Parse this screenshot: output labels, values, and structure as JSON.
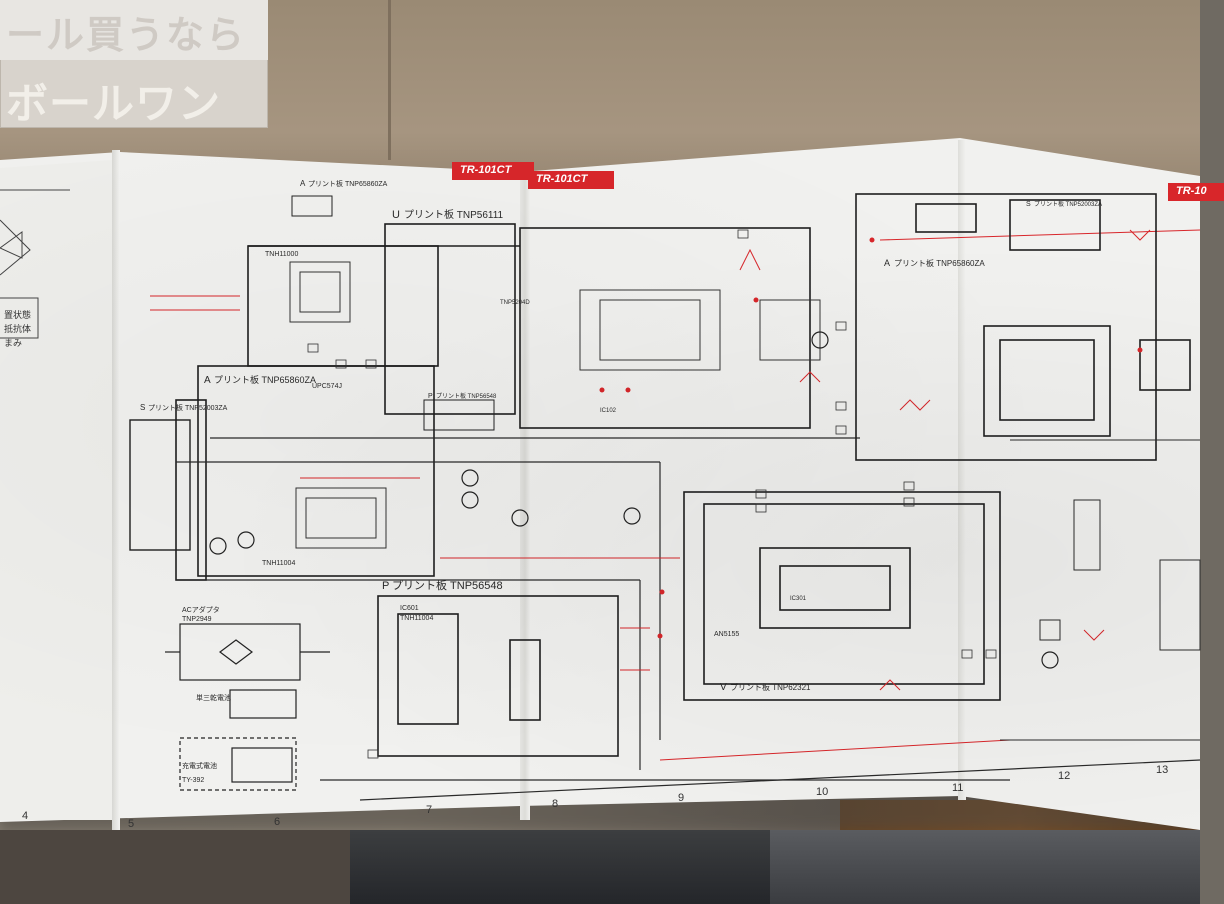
{
  "banner": {
    "line1": "ール買うなら",
    "line2": "ボールワン"
  },
  "tags": {
    "model_a": "TR-101CT",
    "model_b": "TR-101CT",
    "model_c": "TR-10"
  },
  "left_page_notes": [
    "置状態",
    "抵抗体",
    "まみ"
  ],
  "boards": {
    "u": "プリント板 TNP56111",
    "a_top": "プリント板 TNP65860ZA",
    "a_left": "プリント板 TNP65860ZA",
    "s": "プリント板 TNP52003ZA",
    "p": "プリント板 TNP56548",
    "v": "プリント板 TNP62321",
    "a_right": "プリント板 TNP65860ZA",
    "s_right": "プリント板 TNP52003ZA",
    "p_small": "プリント板 TNP56548"
  },
  "board_letters": {
    "u": "U",
    "a_top": "A",
    "a_left": "A",
    "s": "S",
    "p": "P",
    "v": "V",
    "a_right": "A",
    "s_right": "S",
    "p_small": "P"
  },
  "labels": {
    "upc": "UPC574J",
    "tnp2949": "TNP2949",
    "ac_adapter": "ACアダプタ",
    "battery1": "単三乾電池",
    "battery2": "充電式電池",
    "ty392": "TY-392",
    "tnh1": "TNH11000",
    "tnh2": "TNH11004",
    "tnh3": "TNH11004",
    "an5155": "AN5155",
    "tnp_code": "TNP5204D",
    "ic601": "IC601",
    "ic102": "IC102",
    "ic301": "IC301"
  },
  "columns": [
    "4",
    "5",
    "6",
    "7",
    "8",
    "9",
    "10",
    "11",
    "12",
    "13"
  ],
  "colors": {
    "accent_red": "#d8262a",
    "ink": "#2a2a2a",
    "paper": "#f1f1ef"
  }
}
